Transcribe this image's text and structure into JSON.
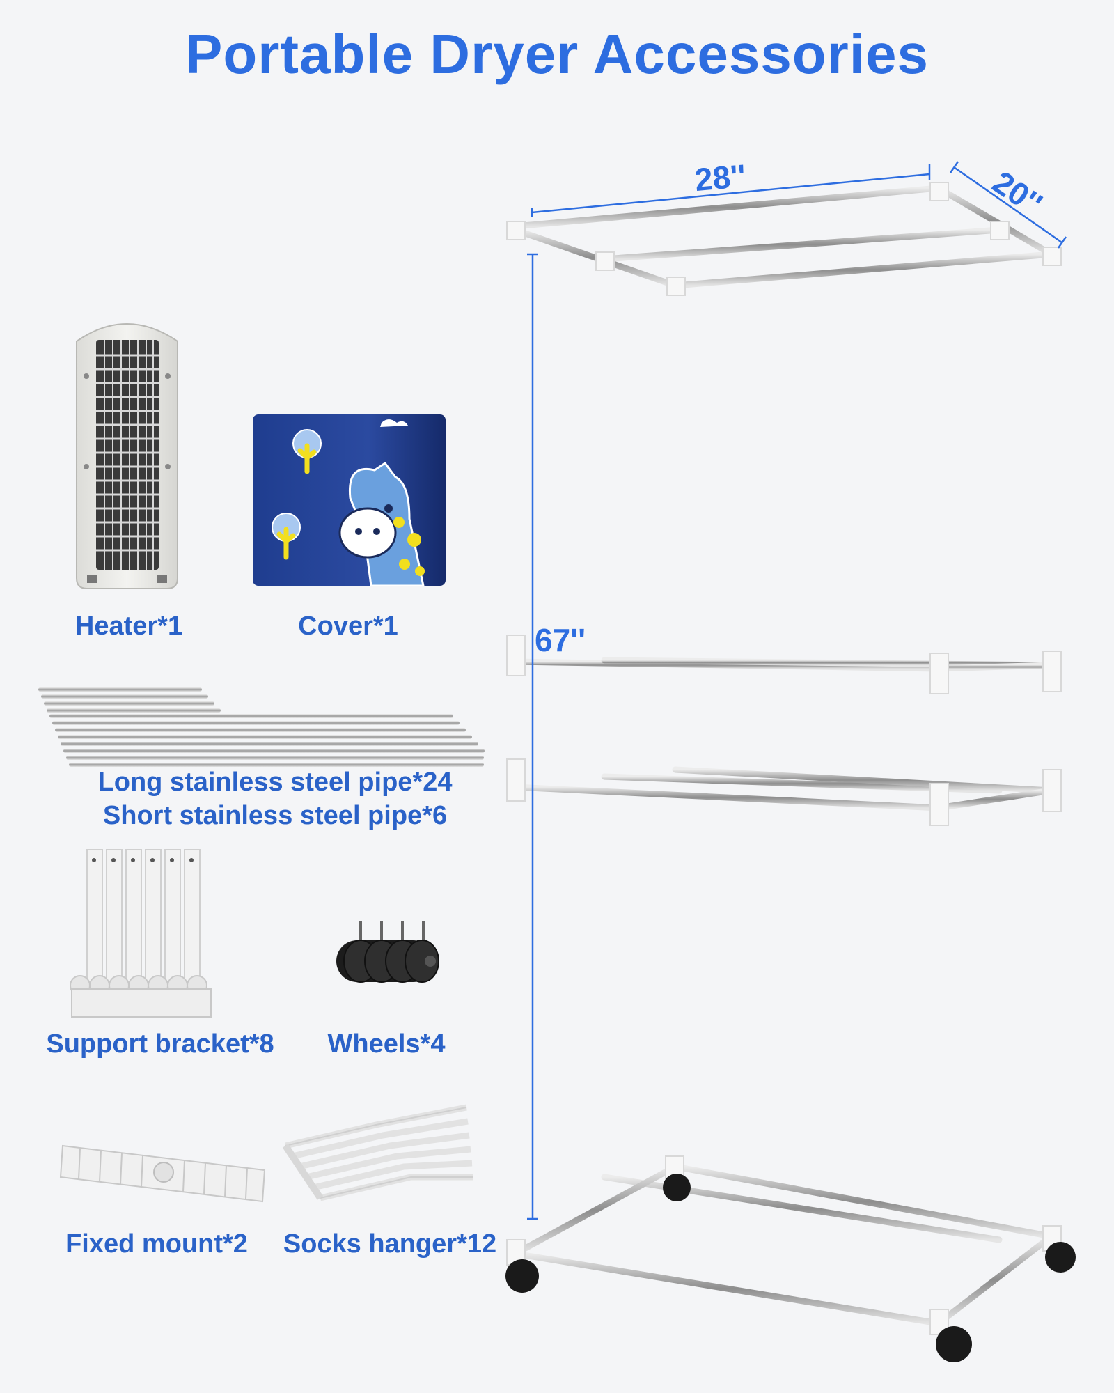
{
  "title": "Portable Dryer Accessories",
  "colors": {
    "accent": "#2d6de0",
    "label": "#2a62c8",
    "background": "#f4f5f7"
  },
  "dimensions": {
    "width": "28''",
    "depth": "20''",
    "height": "67''"
  },
  "items": {
    "heater": {
      "label": "Heater*1",
      "icon": "heater-icon"
    },
    "cover": {
      "label": "Cover*1",
      "icon": "giraffe-cover-icon"
    },
    "long_pipe": {
      "label": "Long stainless steel pipe*24",
      "icon": "steel-pipe-icon"
    },
    "short_pipe": {
      "label": "Short stainless steel pipe*6",
      "icon": "steel-pipe-icon"
    },
    "support_bracket": {
      "label": "Support bracket*8",
      "icon": "bracket-icon"
    },
    "wheels": {
      "label": "Wheels*4",
      "icon": "wheel-icon"
    },
    "fixed_mount": {
      "label": "Fixed mount*2",
      "icon": "mount-icon"
    },
    "socks_hanger": {
      "label": "Socks hanger*12",
      "icon": "hanger-icon"
    }
  }
}
